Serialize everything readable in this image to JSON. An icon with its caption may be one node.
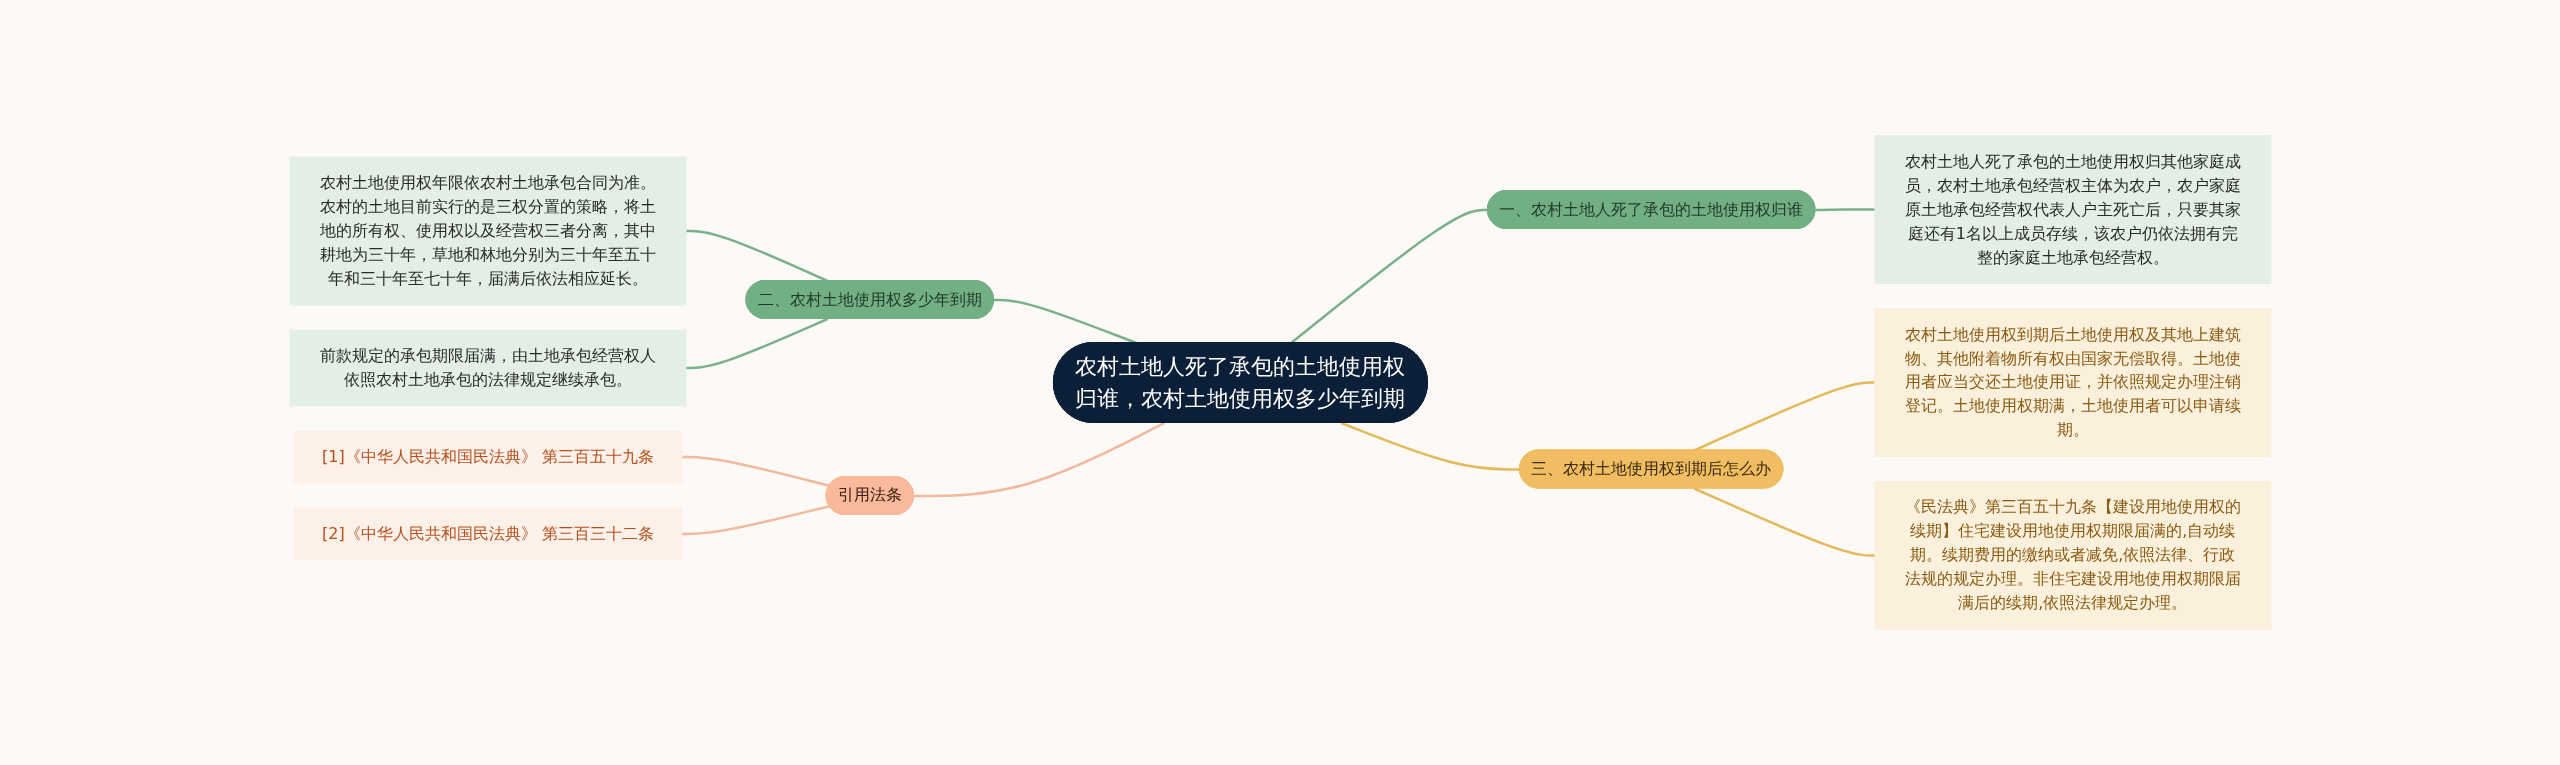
{
  "diagram": {
    "nodes": [
      {
        "text": [
          "农村土地人死了承包的土地使用权归谁，农村土地使用权多少年到期"
        ]
      },
      {
        "text": [
          "一、农村土地人死了承包的土地使用权归谁"
        ]
      },
      {
        "text": [
          "农村土地人死了承包的土地使用权归其他家庭成员，农村土地承包经营权主体为农户，农户家庭原土地承包经营权代表人户主死亡后，只要其家庭还有1名以上成员存续，该农户仍依法拥有完整的家庭土地承包经营权。"
        ]
      },
      {
        "text": [
          "二、农村土地使用权多少年到期"
        ]
      },
      {
        "text": [
          "农村土地使用权年限依农村土地承包合同为准。农村的土地目前实行的是三权分置的策略，将土地的所有权、使用权以及经营权三者分离，其中耕地为三十年，草地和林地分别为三十年至五十年和三十年至七十年，届满后依法相应延长。"
        ]
      },
      {
        "text": [
          "前款规定的承包期限届满，由土地承包经营权人依照农村土地承包的法律规定继续承包。"
        ]
      },
      {
        "text": [
          "三、农村土地使用权到期后怎么办"
        ]
      },
      {
        "text": [
          "农村土地使用权到期后土地使用权及其地上建筑物、其他附着物所有权由国家无偿取得。土地使用者应当交还土地使用证，并依照规定办理注销登记。土地使用权期满，土地使用者可以申请续期。"
        ]
      },
      {
        "text": [
          "《民法典》第三百五十九条【建设用地使用权的续期】住宅建设用地使用权期限届满的,自动续期。续期费用的缴纳或者减免,依照法律、行政法规的规定办理。非住宅建设用地使用权期限届满后的续期,依照法律规定办理。"
        ]
      },
      {
        "text": [
          "引用法条"
        ]
      },
      {
        "text": [
          "[1]《中华人民共和国民法典》 第三百五十九条"
        ]
      },
      {
        "text": [
          "[2]《中华人民共和国民法典》 第三百三十二条"
        ]
      }
    ],
    "edges": [
      {
        "from": 0,
        "to": 1,
        "arrow": "none"
      },
      {
        "from": 1,
        "to": 2,
        "arrow": "none"
      },
      {
        "from": 3,
        "to": 0,
        "arrow": "none"
      },
      {
        "from": 4,
        "to": 3,
        "arrow": "none"
      },
      {
        "from": 5,
        "to": 3,
        "arrow": "none"
      },
      {
        "from": 0,
        "to": 6,
        "arrow": "none",
        "color": "#e3b95a"
      },
      {
        "from": 6,
        "to": 7,
        "arrow": "none",
        "color": "#e3b95a"
      },
      {
        "from": 6,
        "to": 8,
        "arrow": "none",
        "color": "#e3b95a"
      },
      {
        "from": 9,
        "to": 0,
        "arrow": "none",
        "color": "#f2b89b"
      },
      {
        "from": 10,
        "to": 9,
        "arrow": "none",
        "color": "#f2b89b"
      },
      {
        "from": 11,
        "to": 9,
        "arrow": "none",
        "color": "#f2b89b"
      }
    ]
  }
}
